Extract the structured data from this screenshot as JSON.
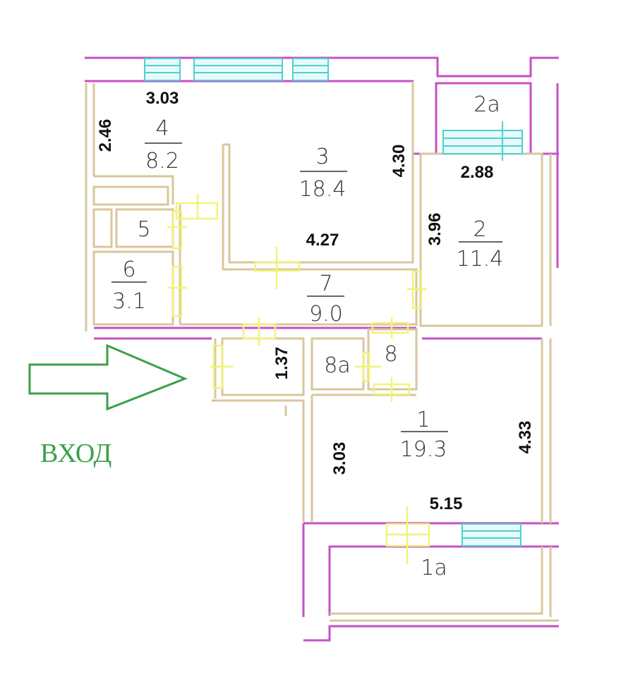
{
  "rooms": [
    {
      "id": "4",
      "area": "8.2"
    },
    {
      "id": "3",
      "area": "18.4"
    },
    {
      "id": "2",
      "area": "11.4"
    },
    {
      "id": "7",
      "area": "9.0"
    },
    {
      "id": "6",
      "area": "3.1"
    },
    {
      "id": "1",
      "area": "19.3"
    },
    {
      "id": "5"
    },
    {
      "id": "2a"
    },
    {
      "id": "8"
    },
    {
      "id": "8a"
    },
    {
      "id": "1a"
    }
  ],
  "dimensions": {
    "room4_width": "3.03",
    "room4_depth": "2.46",
    "room3_depth": "4.30",
    "room3_width": "4.27",
    "room2_width": "2.88",
    "room2_depth": "3.96",
    "bath_width": "1.37",
    "room1_depth_left": "3.03",
    "room1_depth_right": "4.33",
    "room1_width": "5.15"
  },
  "entry": {
    "label": "ВХОД",
    "color": "#3aa04a"
  },
  "colors": {
    "walls": "#d8c79c",
    "exterior": "#c64fc6",
    "windows": "#4fd0d0",
    "doors": "#f2f27a"
  }
}
